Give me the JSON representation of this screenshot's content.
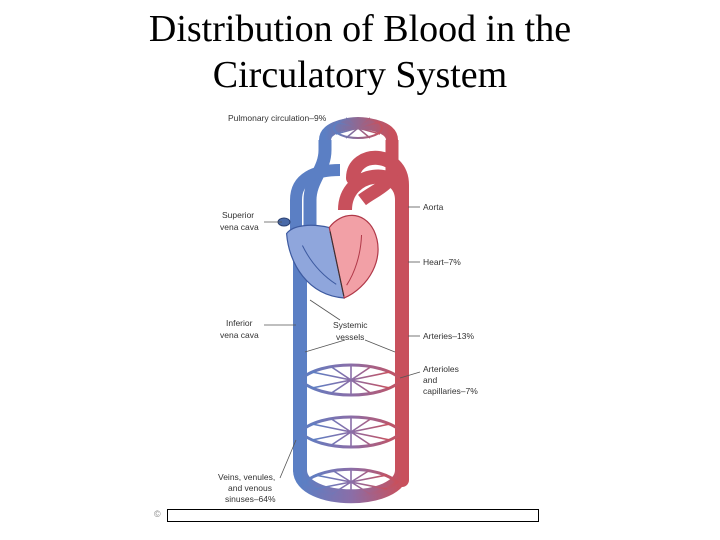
{
  "slide": {
    "title_line1": "Distribution of Blood in the",
    "title_line2": "Circulatory System"
  },
  "labels": {
    "pulmonary": "Pulmonary circulation–9%",
    "superior_vc_1": "Superior",
    "superior_vc_2": "vena cava",
    "inferior_vc_1": "Inferior",
    "inferior_vc_2": "vena cava",
    "aorta": "Aorta",
    "heart": "Heart–7%",
    "systemic_1": "Systemic",
    "systemic_2": "vessels",
    "arteries": "Arteries–13%",
    "arterioles_1": "Arterioles",
    "arterioles_2": "and",
    "arterioles_3": "capillaries–7%",
    "veins_1": "Veins, venules,",
    "veins_2": "and venous",
    "veins_3": "sinuses–64%"
  },
  "copyright_symbol": "©",
  "colors": {
    "oxygenated": "#c8505c",
    "deoxygenated": "#5b7fc4",
    "heart_left": "#f2a0a6",
    "heart_right": "#8fa6dc"
  }
}
